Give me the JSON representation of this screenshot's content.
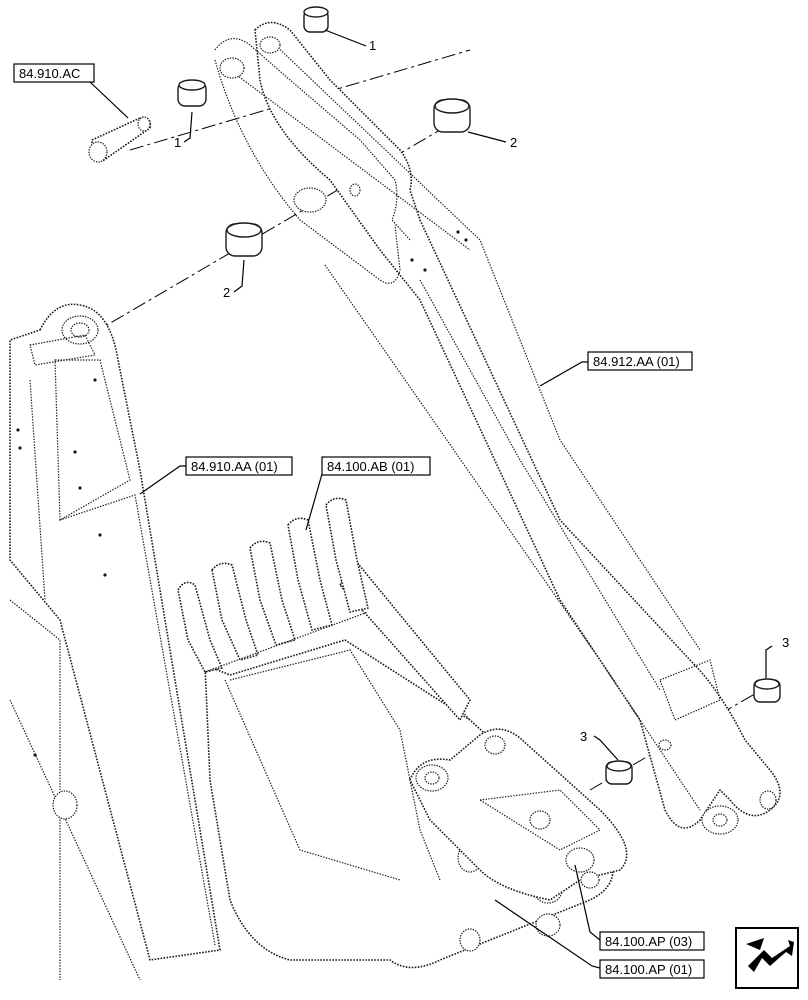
{
  "references": {
    "pin": "84.910.AC",
    "bucket_link": "84.912.AA (01)",
    "boom": "84.910.AA (01)",
    "teeth": "84.100.AB (01)",
    "coupler_1": "84.100.AP (03)",
    "coupler_2": "84.100.AP (01)"
  },
  "callouts": {
    "bushing_top": "1",
    "bushing_left": "1",
    "spacer_right": "2",
    "spacer_left": "2",
    "bushing_low_right": "3",
    "bushing_low_left": "3"
  },
  "colors": {
    "line": "#1a1a1a",
    "background": "#ffffff"
  },
  "icons": {
    "nav": "back-arrow-icon"
  }
}
